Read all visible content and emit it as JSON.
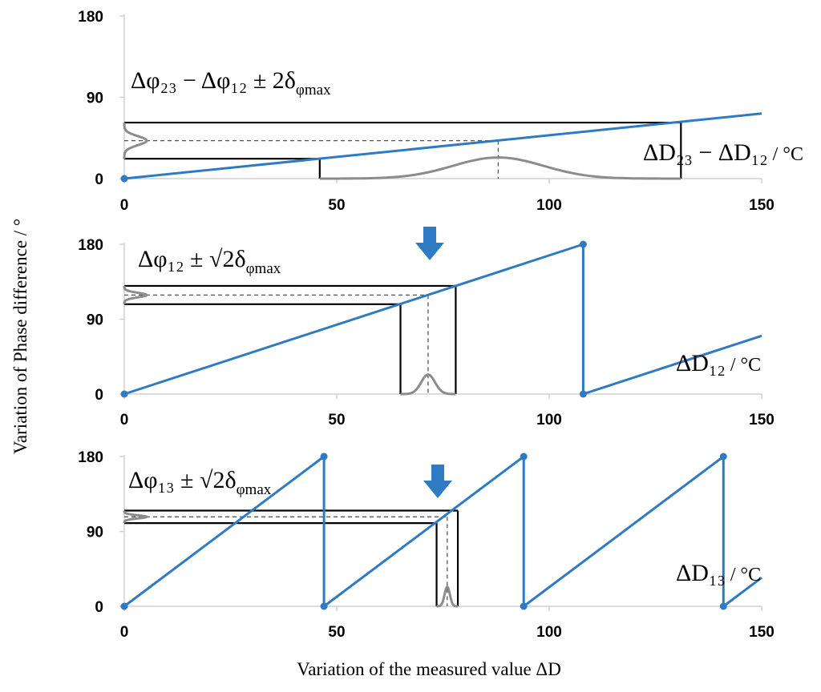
{
  "y_axis_title": "Variation of Phase difference / °",
  "x_axis_title": "Variation of the measured value ΔD",
  "colors": {
    "series": "#2E7BC4",
    "distribution": "#8C8C8C",
    "box": "#000000",
    "arrow": "#2E7BC4"
  },
  "chart_data": [
    {
      "type": "line",
      "xlim": [
        0,
        150
      ],
      "ylim": [
        0,
        180
      ],
      "x_ticks": [
        "0",
        "50",
        "100",
        "150"
      ],
      "y_ticks": [
        "0",
        "90",
        "180"
      ],
      "grid": false,
      "period": 360,
      "series": [
        {
          "x": [
            0,
            150
          ],
          "y": [
            0,
            72
          ]
        }
      ],
      "annotation": {
        "base": "Δφ₂₃ − Δφ₁₂ ± 2δ",
        "sub": "φmax"
      },
      "unit_label": {
        "base": "ΔD₂₃ − ΔD₁₂",
        "unit": " / °C"
      },
      "measured_phase_range": [
        22,
        62
      ],
      "measured_phase_center": 42,
      "value_range": [
        46,
        131
      ],
      "value_center": 88
    },
    {
      "type": "line",
      "xlim": [
        0,
        150
      ],
      "ylim": [
        0,
        180
      ],
      "x_ticks": [
        "0",
        "50",
        "100",
        "150"
      ],
      "y_ticks": [
        "0",
        "90",
        "180"
      ],
      "grid": false,
      "period": 108,
      "series": [
        {
          "x": [
            0,
            150
          ],
          "y": [
            0,
            250
          ]
        }
      ],
      "markers_x": [
        0,
        108
      ],
      "annotation": {
        "base": "Δφ₁₂ ± √2δ",
        "sub": "φmax"
      },
      "unit_label": {
        "base": "ΔD₁₂",
        "unit": " / °C"
      },
      "measured_phase_range": [
        108,
        130
      ],
      "measured_phase_center": 119,
      "value_range": [
        65,
        78
      ],
      "value_center": 71.5
    },
    {
      "type": "line",
      "xlim": [
        0,
        150
      ],
      "ylim": [
        0,
        180
      ],
      "x_ticks": [
        "0",
        "50",
        "100",
        "150"
      ],
      "y_ticks": [
        "0",
        "90",
        "180"
      ],
      "grid": false,
      "period": 47,
      "series": [
        {
          "x": [
            0,
            150
          ],
          "y": [
            0,
            574.5
          ]
        }
      ],
      "markers_x": [
        0,
        47,
        94,
        141
      ],
      "annotation": {
        "base": "Δφ₁₃ ± √2δ",
        "sub": "φmax"
      },
      "unit_label": {
        "base": "ΔD₁₃",
        "unit": " / °C"
      },
      "measured_phase_range": [
        100,
        115
      ],
      "measured_phase_center": 107.5,
      "value_range": [
        73.5,
        78.5
      ],
      "value_center": 76
    }
  ]
}
